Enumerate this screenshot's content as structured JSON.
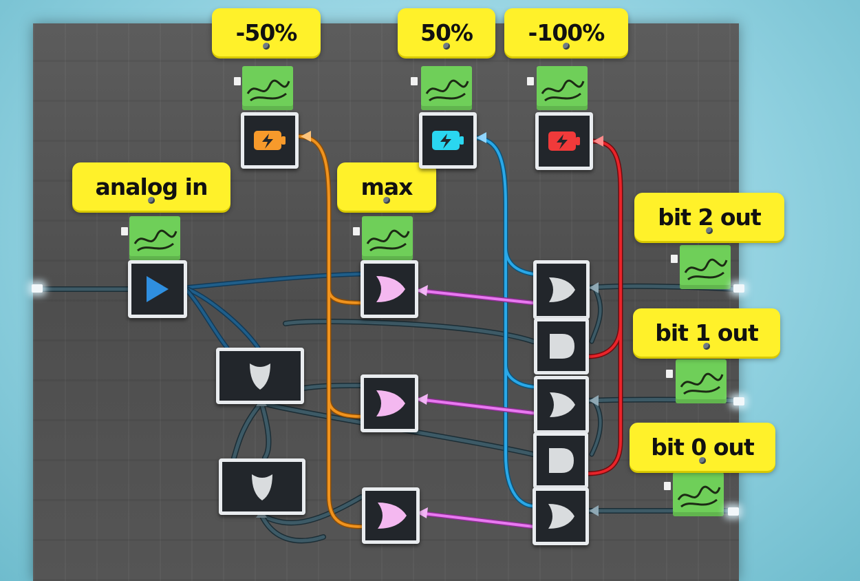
{
  "labels": {
    "neg50": "-50%",
    "pos50": "50%",
    "neg100": "-100%",
    "analog_in": "analog in",
    "max": "max",
    "bit2_out": "bit 2 out",
    "bit1_out": "bit 1 out",
    "bit0_out": "bit 0 out"
  },
  "colors": {
    "label_yellow": "#fff12a",
    "battery_orange": "#f79a2b",
    "battery_cyan": "#2ad6f0",
    "battery_red": "#f03a3a",
    "wire_orange": "#f0931e",
    "wire_blue": "#2aa8e8",
    "wire_red": "#e8242a",
    "wire_pink": "#e879f0",
    "wire_teal": "#3d5a66",
    "wire_navy": "#1f5e8a",
    "sticker_green": "#6fcf59",
    "input_arrow": "#2f8fe0"
  },
  "icons": {
    "battery": "battery-icon",
    "play": "play-arrow-icon",
    "or_gate": "or-gate-icon",
    "and_gate": "and-gate-icon",
    "not_gate": "not-gate-icon",
    "sticker": "tag-sticker-icon"
  }
}
